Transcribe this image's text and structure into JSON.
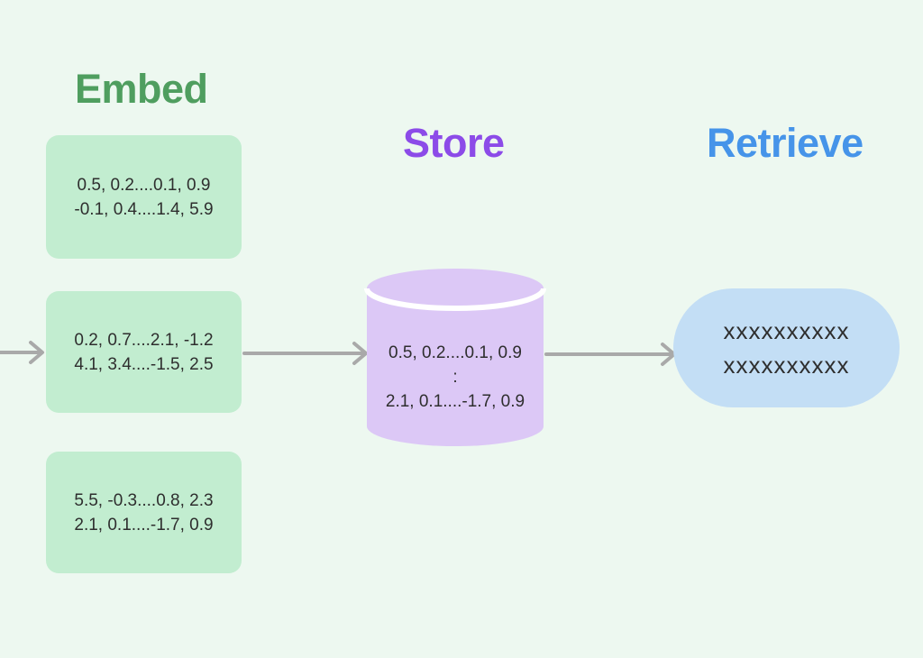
{
  "headings": {
    "embed": "Embed",
    "store": "Store",
    "retrieve": "Retrieve"
  },
  "embedding_boxes": [
    {
      "line1": "0.5, 0.2....0.1, 0.9",
      "line2": "-0.1, 0.4....1.4, 5.9"
    },
    {
      "line1": "0.2, 0.7....2.1, -1.2",
      "line2": "4.1, 3.4....-1.5, 2.5"
    },
    {
      "line1": "5.5, -0.3....0.8, 2.3",
      "line2": "2.1, 0.1....-1.7, 0.9"
    }
  ],
  "database": {
    "line1": "0.5, 0.2....0.1, 0.9",
    "line2": ":",
    "line3": "2.1, 0.1....-1.7, 0.9"
  },
  "result_box": {
    "line1": "xxxxxxxxxx",
    "line2": "xxxxxxxxxx"
  },
  "colors": {
    "background": "#edf8f0",
    "box_green": "#c2edd0",
    "heading_green": "#4f9e5f",
    "heading_purple": "#8c4be8",
    "heading_blue": "#4694e9",
    "cylinder_purple": "#dcc8f6",
    "pill_blue": "#c3def5",
    "arrow_gray": "#a9a9a9",
    "text_dark": "#2e2e2e"
  }
}
